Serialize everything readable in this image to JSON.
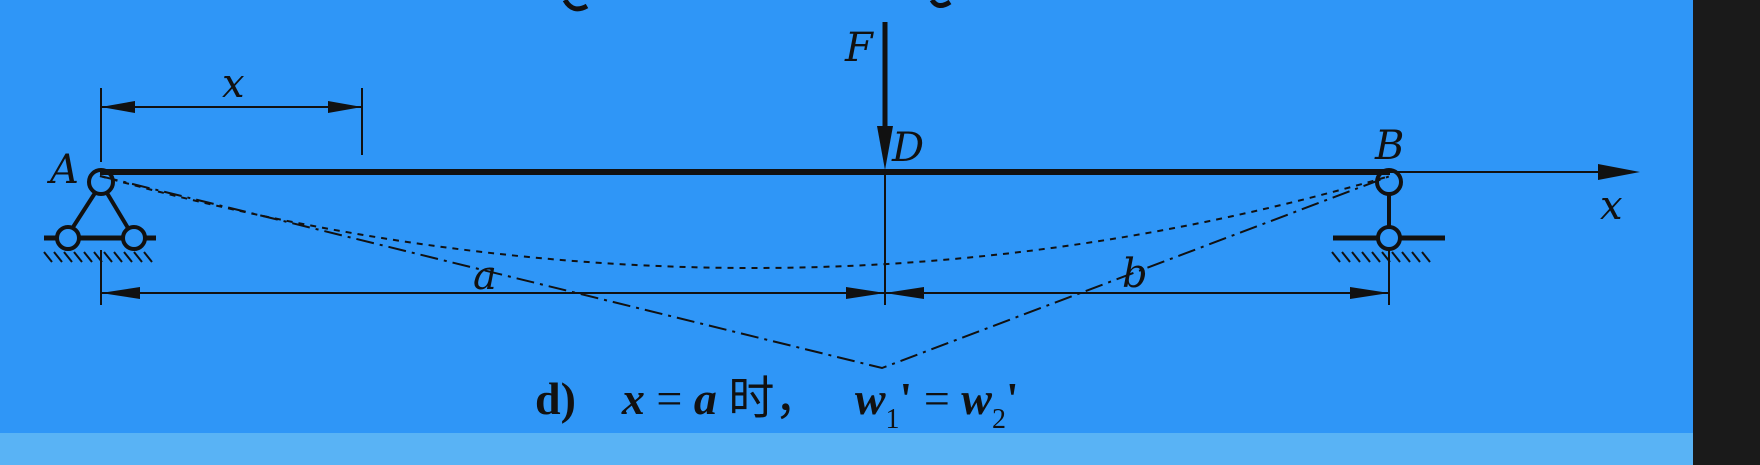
{
  "labels": {
    "force": "F",
    "x_top": "x",
    "point_a": "A",
    "point_d": "D",
    "point_b": "B",
    "x_axis": "x",
    "dim_a": "a",
    "dim_b": "b"
  },
  "caption": {
    "prefix": "d)",
    "condition_var": "x",
    "equals": "=",
    "condition_value": "a",
    "cjk_text": "时，",
    "w1": "w",
    "w1_sub": "1",
    "prime1": "'",
    "eq2": "=",
    "w2": "w",
    "w2_sub": "2",
    "prime2": "'"
  },
  "colors": {
    "background": "#2f96f7",
    "ink": "#111111"
  }
}
